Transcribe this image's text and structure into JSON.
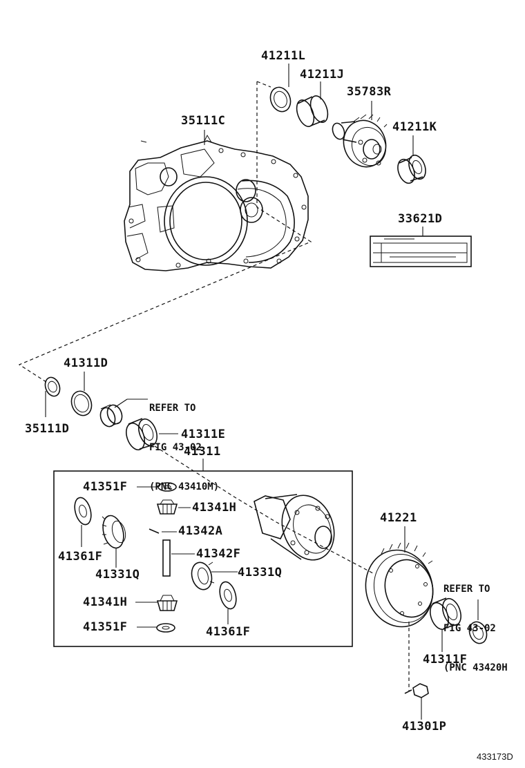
{
  "parts": {
    "p41211L": "41211L",
    "p41211J": "41211J",
    "p35783R": "35783R",
    "p35111C": "35111C",
    "p41211K": "41211K",
    "p33621D": "33621D",
    "p41311D": "41311D",
    "p35111D": "35111D",
    "p41311E": "41311E",
    "p41311": "41311",
    "p41351F_top": "41351F",
    "p41341H_top": "41341H",
    "p41342A": "41342A",
    "p41361F_left": "41361F",
    "p41342F": "41342F",
    "p41331Q_left": "41331Q",
    "p41331Q_right": "41331Q",
    "p41341H_bottom": "41341H",
    "p41351F_bottom": "41351F",
    "p41361F_right": "41361F",
    "p41221": "41221",
    "p41311F": "41311F",
    "p41301P": "41301P"
  },
  "notes": {
    "refer1": [
      "REFER TO",
      "FIG 43-02",
      "(PNC 43410M)"
    ],
    "refer2": [
      "REFER TO",
      "FIG 43-02",
      "(PNC 43420H"
    ]
  },
  "figure_id": "433173D"
}
